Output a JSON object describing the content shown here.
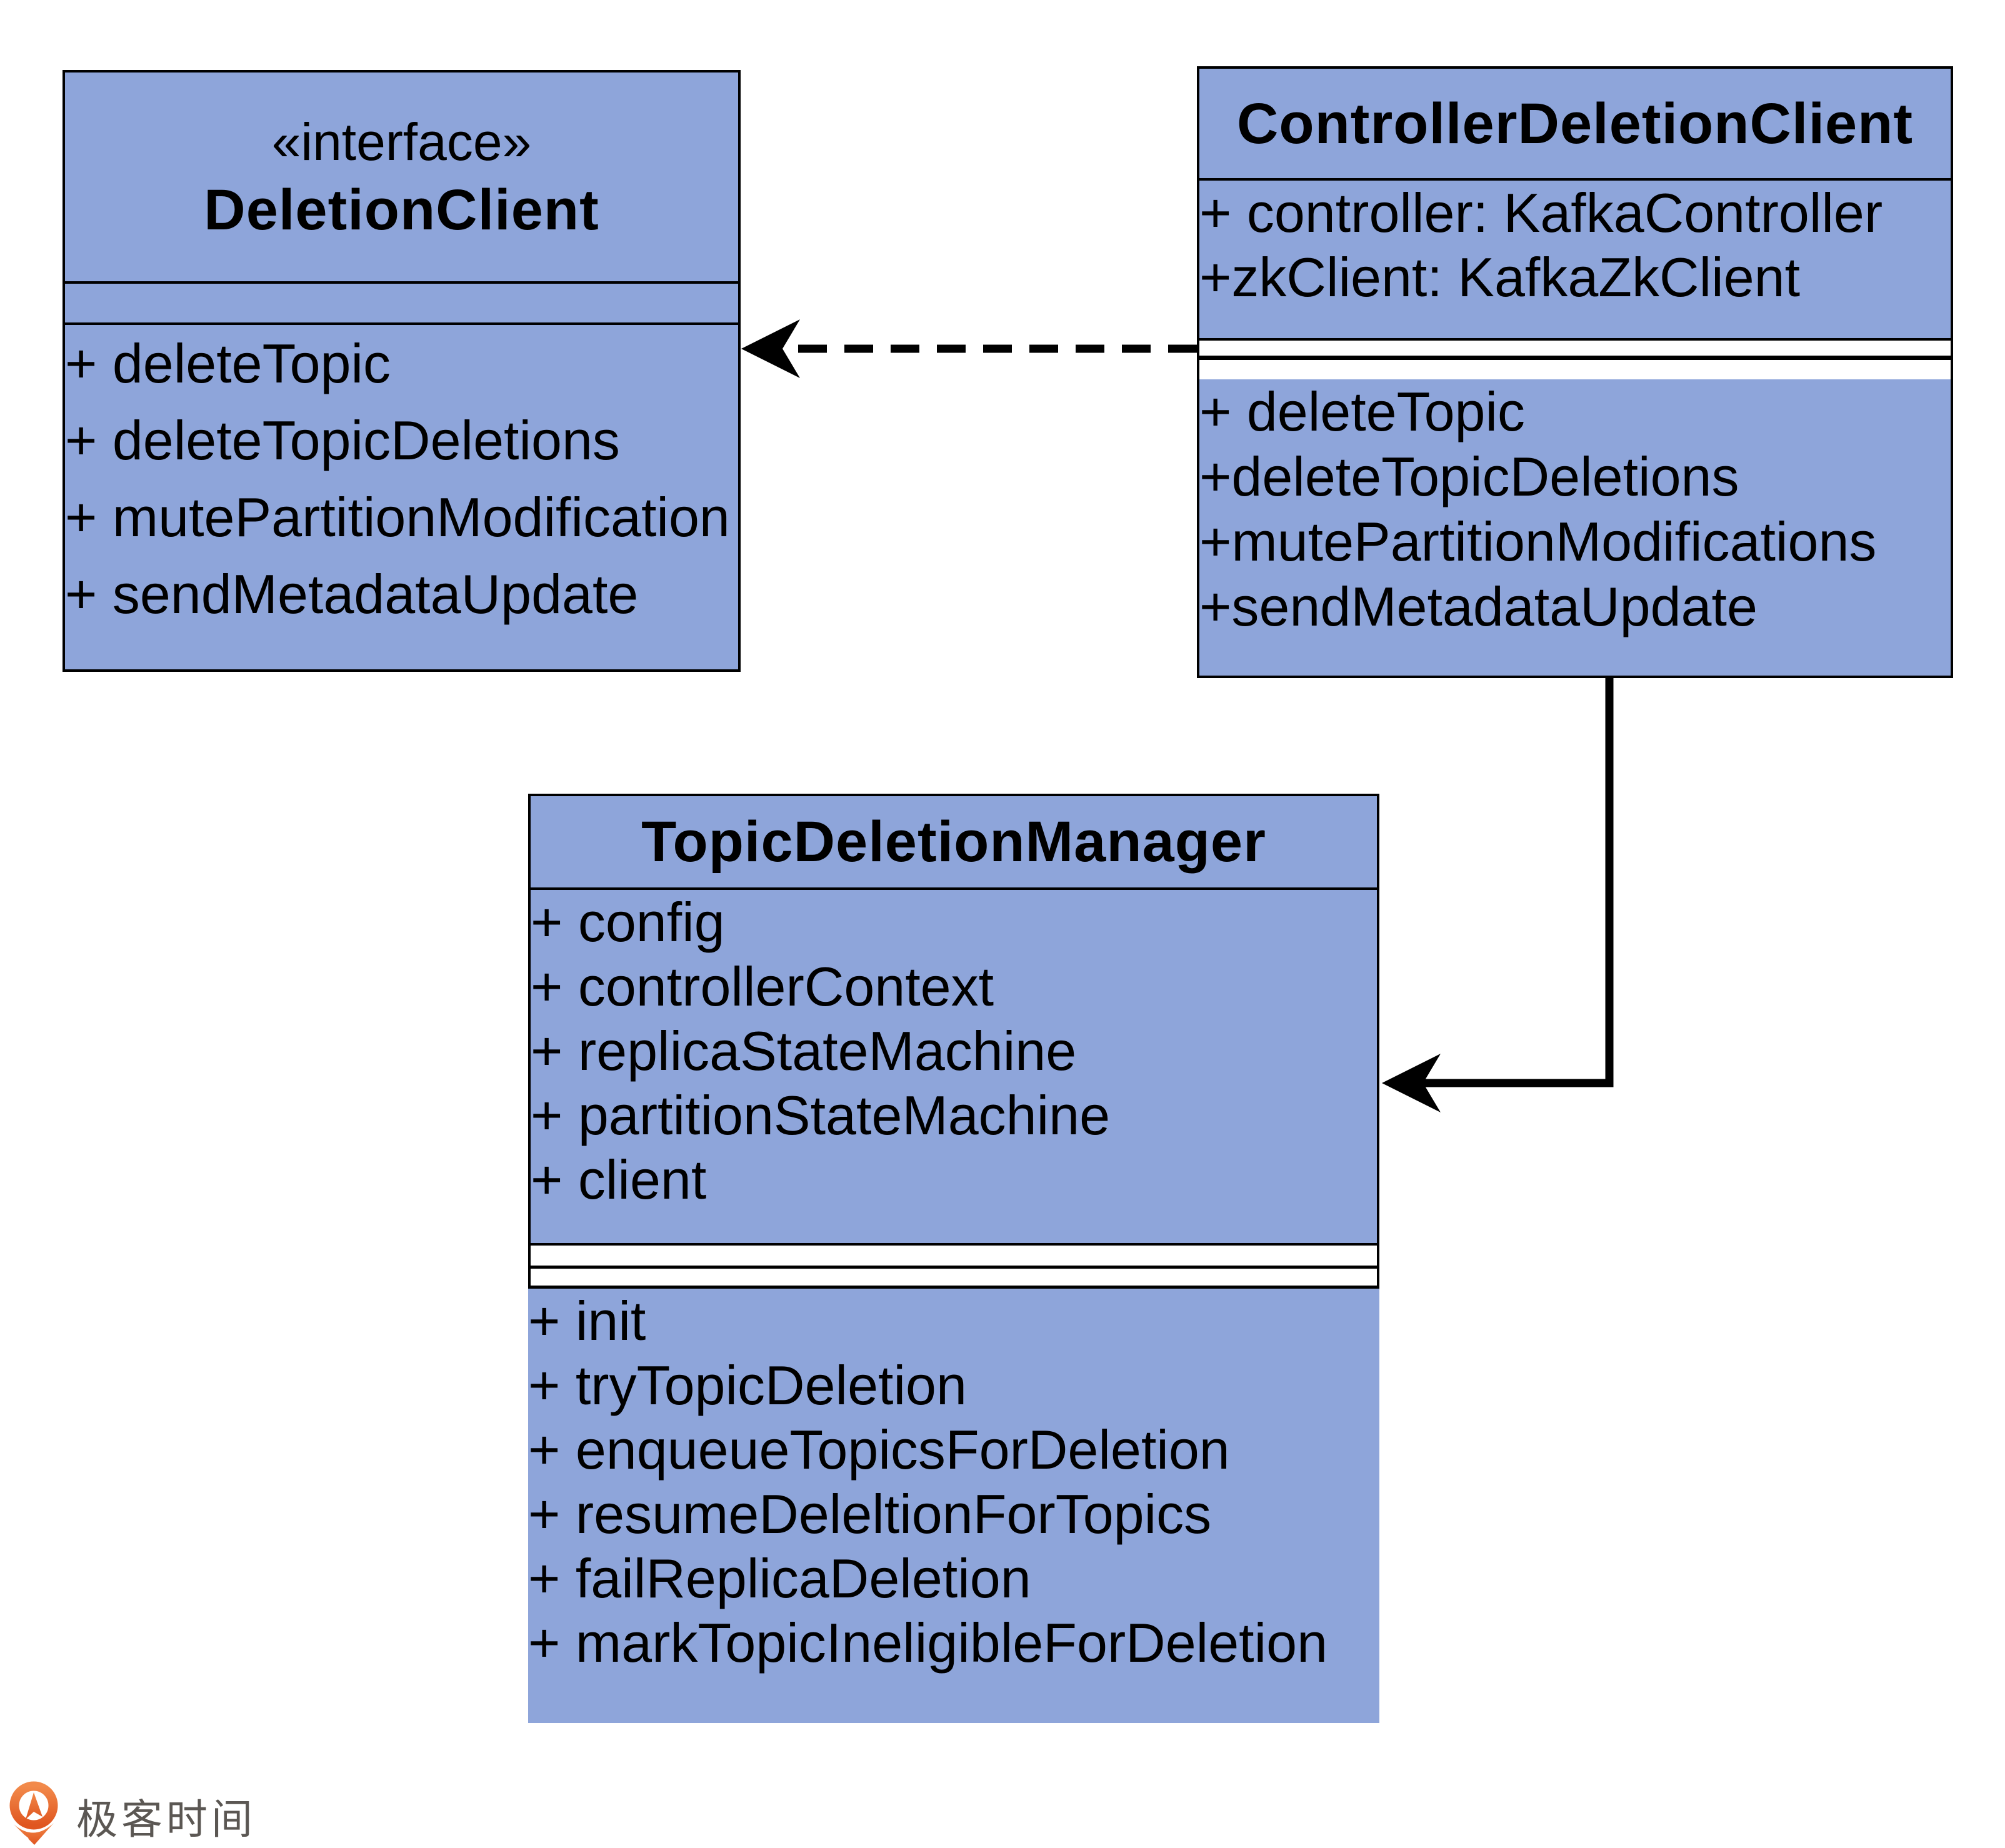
{
  "palette": {
    "node_fill": "#8EA5DA",
    "node_border": "#000000",
    "text_color": "#000000",
    "connector_color": "#000000",
    "logo_orange": "#EE7034",
    "logo_orange_dark": "#E05620",
    "brand_text_color": "#5B5753",
    "background": "#FFFFFF"
  },
  "classes": [
    {
      "stereotype": "«interface»",
      "name": "DeletionClient",
      "attributes": [],
      "methods": [
        "+ deleteTopic",
        "+ deleteTopicDeletions",
        "+ mutePartitionModification",
        "+ sendMetadataUpdate"
      ]
    },
    {
      "stereotype": "",
      "name": "ControllerDeletionClient",
      "attributes": [
        "+ controller: KafkaController",
        "+zkClient: KafkaZkClient"
      ],
      "methods": [
        "+ deleteTopic",
        "+deleteTopicDeletions",
        "+mutePartitionModifications",
        "+sendMetadataUpdate"
      ]
    },
    {
      "stereotype": "",
      "name": "TopicDeletionManager",
      "attributes": [
        "+ config",
        "+ controllerContext",
        "+ replicaStateMachine",
        "+ partitionStateMachine",
        "+ client"
      ],
      "methods": [
        "+ init",
        "+ tryTopicDeletion",
        "+ enqueueTopicsForDeletion",
        "+ resumeDeleltionForTopics",
        "+ failReplicaDeletion",
        "+ markTopicIneligibleForDeletion"
      ]
    }
  ],
  "relations": [
    {
      "from": "ControllerDeletionClient",
      "to": "DeletionClient",
      "type": "dashed-arrow"
    },
    {
      "from": "ControllerDeletionClient",
      "to": "TopicDeletionManager",
      "type": "solid-arrow"
    }
  ],
  "footer": {
    "brand_text": "极客时间"
  }
}
